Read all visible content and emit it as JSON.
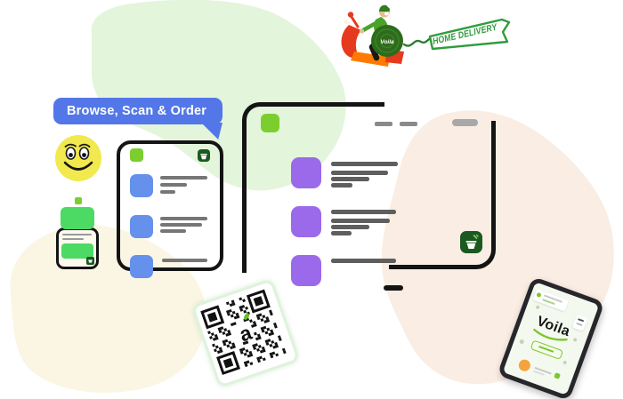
{
  "speech_bubble": {
    "text": "Browse, Scan & Order"
  },
  "banner": {
    "text": "HOME DELIVERY"
  },
  "delivery_box": {
    "label": "Voila"
  },
  "qr_card": {
    "center_letter": "a"
  },
  "tablet": {
    "logo": "Voila"
  },
  "colors": {
    "bubble_blue": "#5377E8",
    "lime_green": "#7CCE2F",
    "blue_tile": "#6590EC",
    "purple_tile": "#9A6AEB",
    "emerald_green": "#4CD964",
    "dark_green_icon": "#1A5A20",
    "banner_green": "#2E9C3C",
    "scooter_red": "#E63A1E",
    "scooter_orange": "#FF7A00",
    "smiley_yellow": "#F1E94E",
    "blob_green": "#E3F5DB",
    "blob_cream": "#FAF6E3",
    "blob_peach": "#FAEDE3",
    "frame_black": "#141414",
    "skeleton_gray": "#6E6E6E",
    "notch_gray": "#A8A8A8",
    "orange_accent": "#F5A33C"
  }
}
